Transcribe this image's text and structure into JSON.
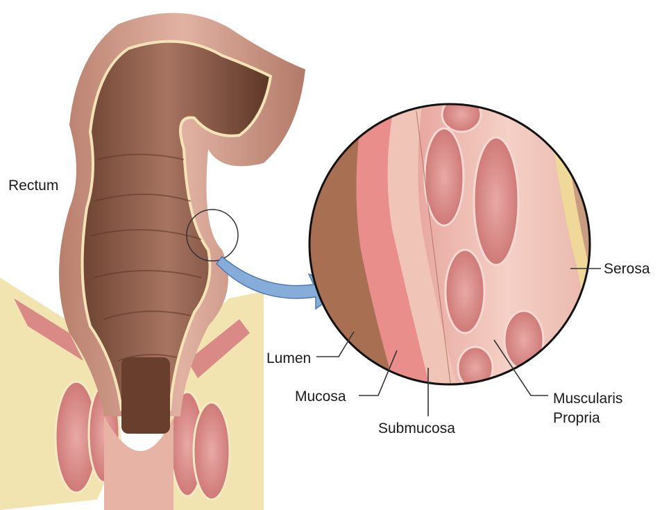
{
  "labels": {
    "rectum": "Rectum",
    "serosa": "Serosa",
    "lumen": "Lumen",
    "mucosa": "Mucosa",
    "submucosa": "Submucosa",
    "muscularis_line1": "Muscularis",
    "muscularis_line2": "Propria"
  },
  "colors": {
    "tissue_outer": "#c98f7e",
    "tissue_inner": "#8a5a45",
    "fat_yellow": "#f2e2a4",
    "muscle_red": "#d98a86",
    "lumen_brown": "#7b4b34",
    "arrow_blue": "#7fa8d8",
    "leader_line": "#333333"
  }
}
